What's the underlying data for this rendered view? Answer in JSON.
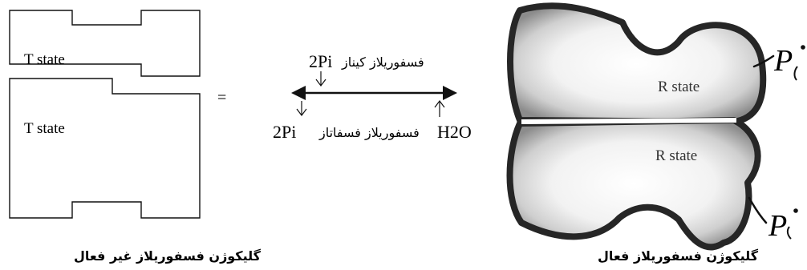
{
  "inactive_form": {
    "top_subunit_label": "T state",
    "bottom_subunit_label": "T state",
    "caption": "گلیکوژن فسفوریلاز غیر فعال"
  },
  "equilibrium_sign": "=",
  "reaction": {
    "kinase_text": "فسفوریلاز کیناز",
    "kinase_substrate": "2Pi",
    "phosphatase_product": "2Pi",
    "phosphatase_text": "فسفوریلاز فسفاتاز",
    "phosphatase_substrate": "H2O"
  },
  "active_form": {
    "top_subunit_label": "R state",
    "bottom_subunit_label": "R state",
    "phosphate_label_top": "P",
    "phosphate_label_bottom": "P",
    "caption": "گلیکوژن فسفوریلاز فعال"
  }
}
